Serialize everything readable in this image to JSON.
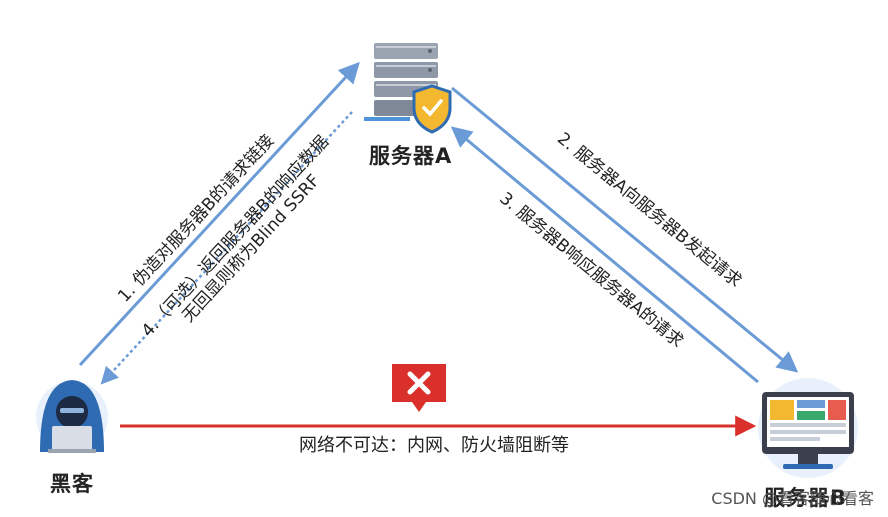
{
  "nodes": {
    "server_a": "服务器A",
    "server_b": "服务器B",
    "hacker": "黑客"
  },
  "steps": {
    "step1": "1. 伪造对服务器B的请求链接",
    "step2": "2. 服务器A向服务器B发起请求",
    "step3": "3. 服务器B响应服务器A的请求",
    "step4_line1": "4.（可选）返回服务器B的响应数据",
    "step4_line2": "无回显则称为Blind SSRF"
  },
  "blocked_label": "网络不可达：内网、防火墙阻断等",
  "watermark": "CSDN @看客随心看客",
  "icons": {
    "server_a": "server-stack-shield-icon",
    "server_b": "monitor-dashboard-icon",
    "hacker": "hooded-hacker-laptop-icon",
    "blocked": "red-x-marker-icon"
  },
  "colors": {
    "arrow_blue": "#6b9bd6",
    "arrow_red": "#d9302b",
    "server_gray": "#8e98a6",
    "shield_yellow": "#f3b82f",
    "hacker_blue": "#2f6bb2",
    "monitor_dark": "#3a3f4b"
  }
}
